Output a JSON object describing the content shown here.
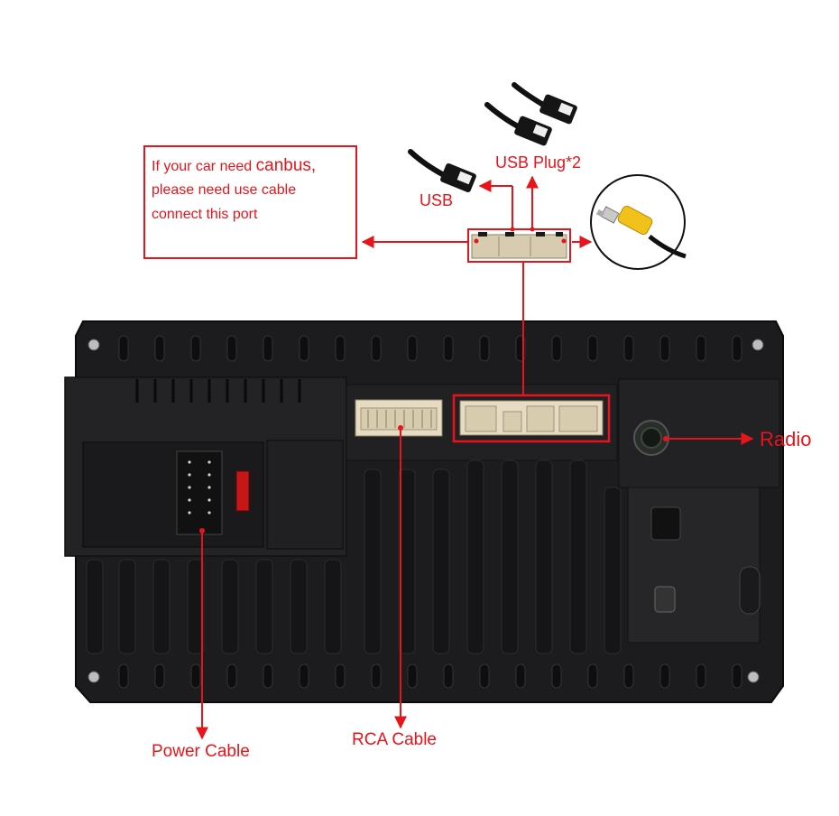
{
  "canbus_note": {
    "line1_prefix": "If your car need",
    "line1_keyword": "canbus,",
    "line2": "please need use cable",
    "line3": "connect this port"
  },
  "labels": {
    "usb": "USB",
    "usb_plug": "USB Plug*2",
    "radio": "Radio",
    "power_cable": "Power Cable",
    "rca_cable": "RCA Cable"
  },
  "colors": {
    "accent": "#e8141b",
    "unit_body": "#1c1c1e",
    "connector": "#e6dcc4",
    "rca_yellow": "#f2c21b"
  },
  "icons": {
    "warning": "warning-triangle-icon",
    "usb_plug": "usb-female-plug-icon",
    "rca_plug": "rca-plug-icon"
  }
}
